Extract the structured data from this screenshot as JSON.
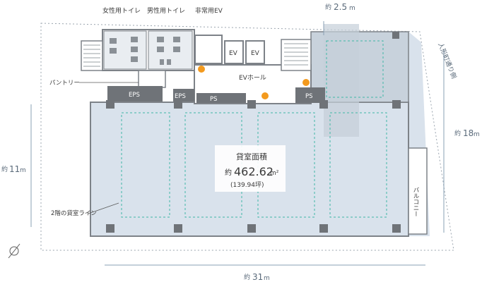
{
  "rooms": {
    "female_toilet": "女性用トイレ",
    "male_toilet": "男性用トイレ",
    "emergency_ev": "非常用EV",
    "pantry": "パントリー",
    "ev_hall": "EVホール",
    "eps_left": "EPS",
    "eps_mid": "EPS",
    "ps_mid": "PS",
    "ps_right": "PS",
    "ev1": "EV",
    "ev2": "EV",
    "balcony": "バルコニー",
    "rental_line_2f": "2階の貸室ライン"
  },
  "area": {
    "title": "貸室面積",
    "prefix": "約",
    "value": "462.62",
    "unit": "m²",
    "tsubo": "(139.94坪)"
  },
  "dimensions": {
    "top_prefix": "約",
    "top_value": "2.5",
    "top_unit": "m",
    "right_prefix": "約",
    "right_value": "18",
    "right_unit": "m",
    "left_prefix": "約",
    "left_value": "11",
    "left_unit": "m",
    "bottom_prefix": "約",
    "bottom_value": "31",
    "bottom_unit": "m"
  },
  "street": "人形町通り側",
  "colors": {
    "floor": "#d9e2ec",
    "floor_dark": "#c5d1dd",
    "column": "#6f7378",
    "core": "#ffffff",
    "dashed": "#3fb7a6",
    "orange": "#f39a1e",
    "wall": "#7d8288",
    "text": "#3a3a3a",
    "dim": "#5a6a7a"
  }
}
